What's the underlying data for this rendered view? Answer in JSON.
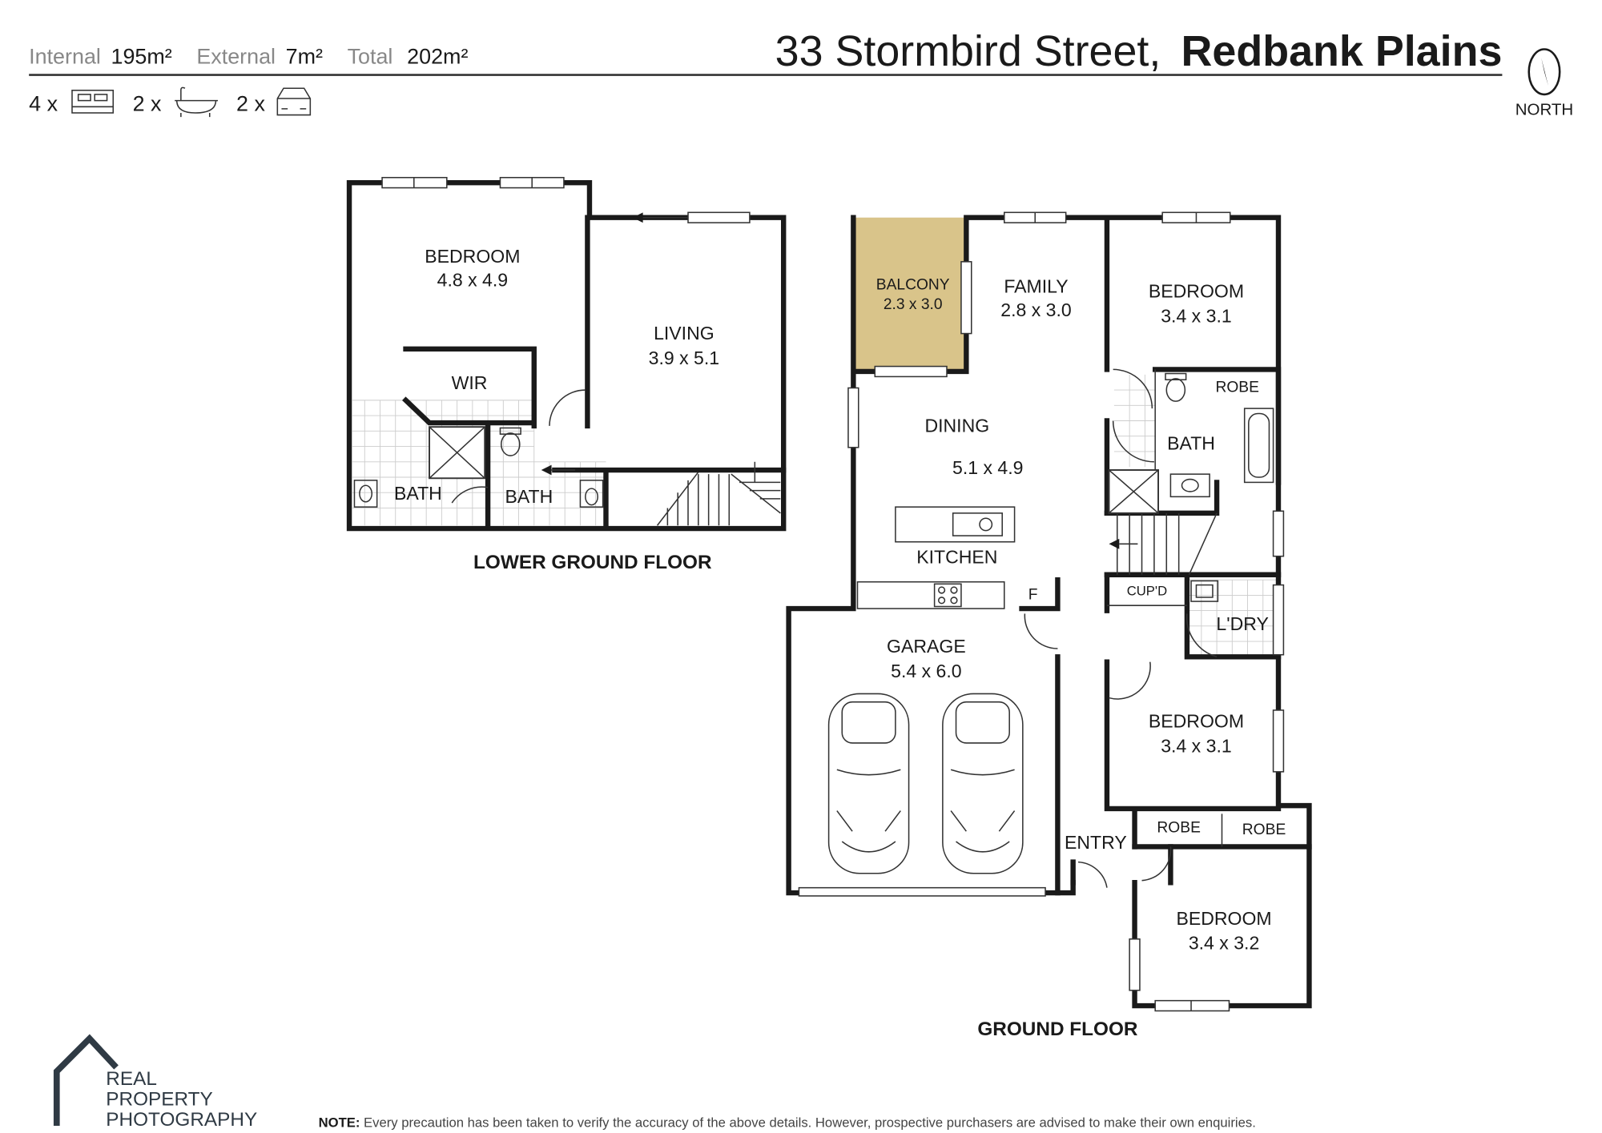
{
  "header": {
    "internal_label": "Internal",
    "internal_value": "195m²",
    "external_label": "External",
    "external_value": "7m²",
    "total_label": "Total",
    "total_value": "202m²",
    "address_street": "33 Stormbird Street,",
    "address_suburb": "Redbank Plains",
    "north_label": "NORTH",
    "beds": "4 x",
    "baths": "2 x",
    "cars": "2 x"
  },
  "lower_ground": {
    "title": "LOWER GROUND FLOOR",
    "rooms": [
      {
        "name": "BEDROOM",
        "size": "4.8 x 4.9"
      },
      {
        "name": "LIVING",
        "size": "3.9 x 5.1"
      },
      {
        "name": "WIR"
      },
      {
        "name": "BATH"
      },
      {
        "name": "BATH"
      }
    ]
  },
  "ground": {
    "title": "GROUND FLOOR",
    "rooms": [
      {
        "name": "BALCONY",
        "size": "2.3 x 3.0"
      },
      {
        "name": "FAMILY",
        "size": "2.8 x 3.0"
      },
      {
        "name": "BEDROOM",
        "size": "3.4 x 3.1"
      },
      {
        "name": "ROBE"
      },
      {
        "name": "BATH"
      },
      {
        "name": "DINING",
        "size": "5.1 x 4.9"
      },
      {
        "name": "KITCHEN"
      },
      {
        "name": "F"
      },
      {
        "name": "CUP'D"
      },
      {
        "name": "L'DRY"
      },
      {
        "name": "GARAGE",
        "size": "5.4 x 6.0"
      },
      {
        "name": "BEDROOM",
        "size": "3.4 x 3.1"
      },
      {
        "name": "ROBE"
      },
      {
        "name": "ROBE"
      },
      {
        "name": "ENTRY"
      },
      {
        "name": "BEDROOM",
        "size": "3.4 x 3.2"
      }
    ]
  },
  "footer": {
    "logo_lines": [
      "REAL",
      "PROPERTY",
      "PHOTOGRAPHY"
    ],
    "note_label": "NOTE:",
    "note_text": " Every precaution has been taken to verify the accuracy of the above details. However, prospective purchasers are advised to make their own enquiries."
  },
  "colors": {
    "balcony": "#d9c48a",
    "wall": "#1a1a1a"
  }
}
